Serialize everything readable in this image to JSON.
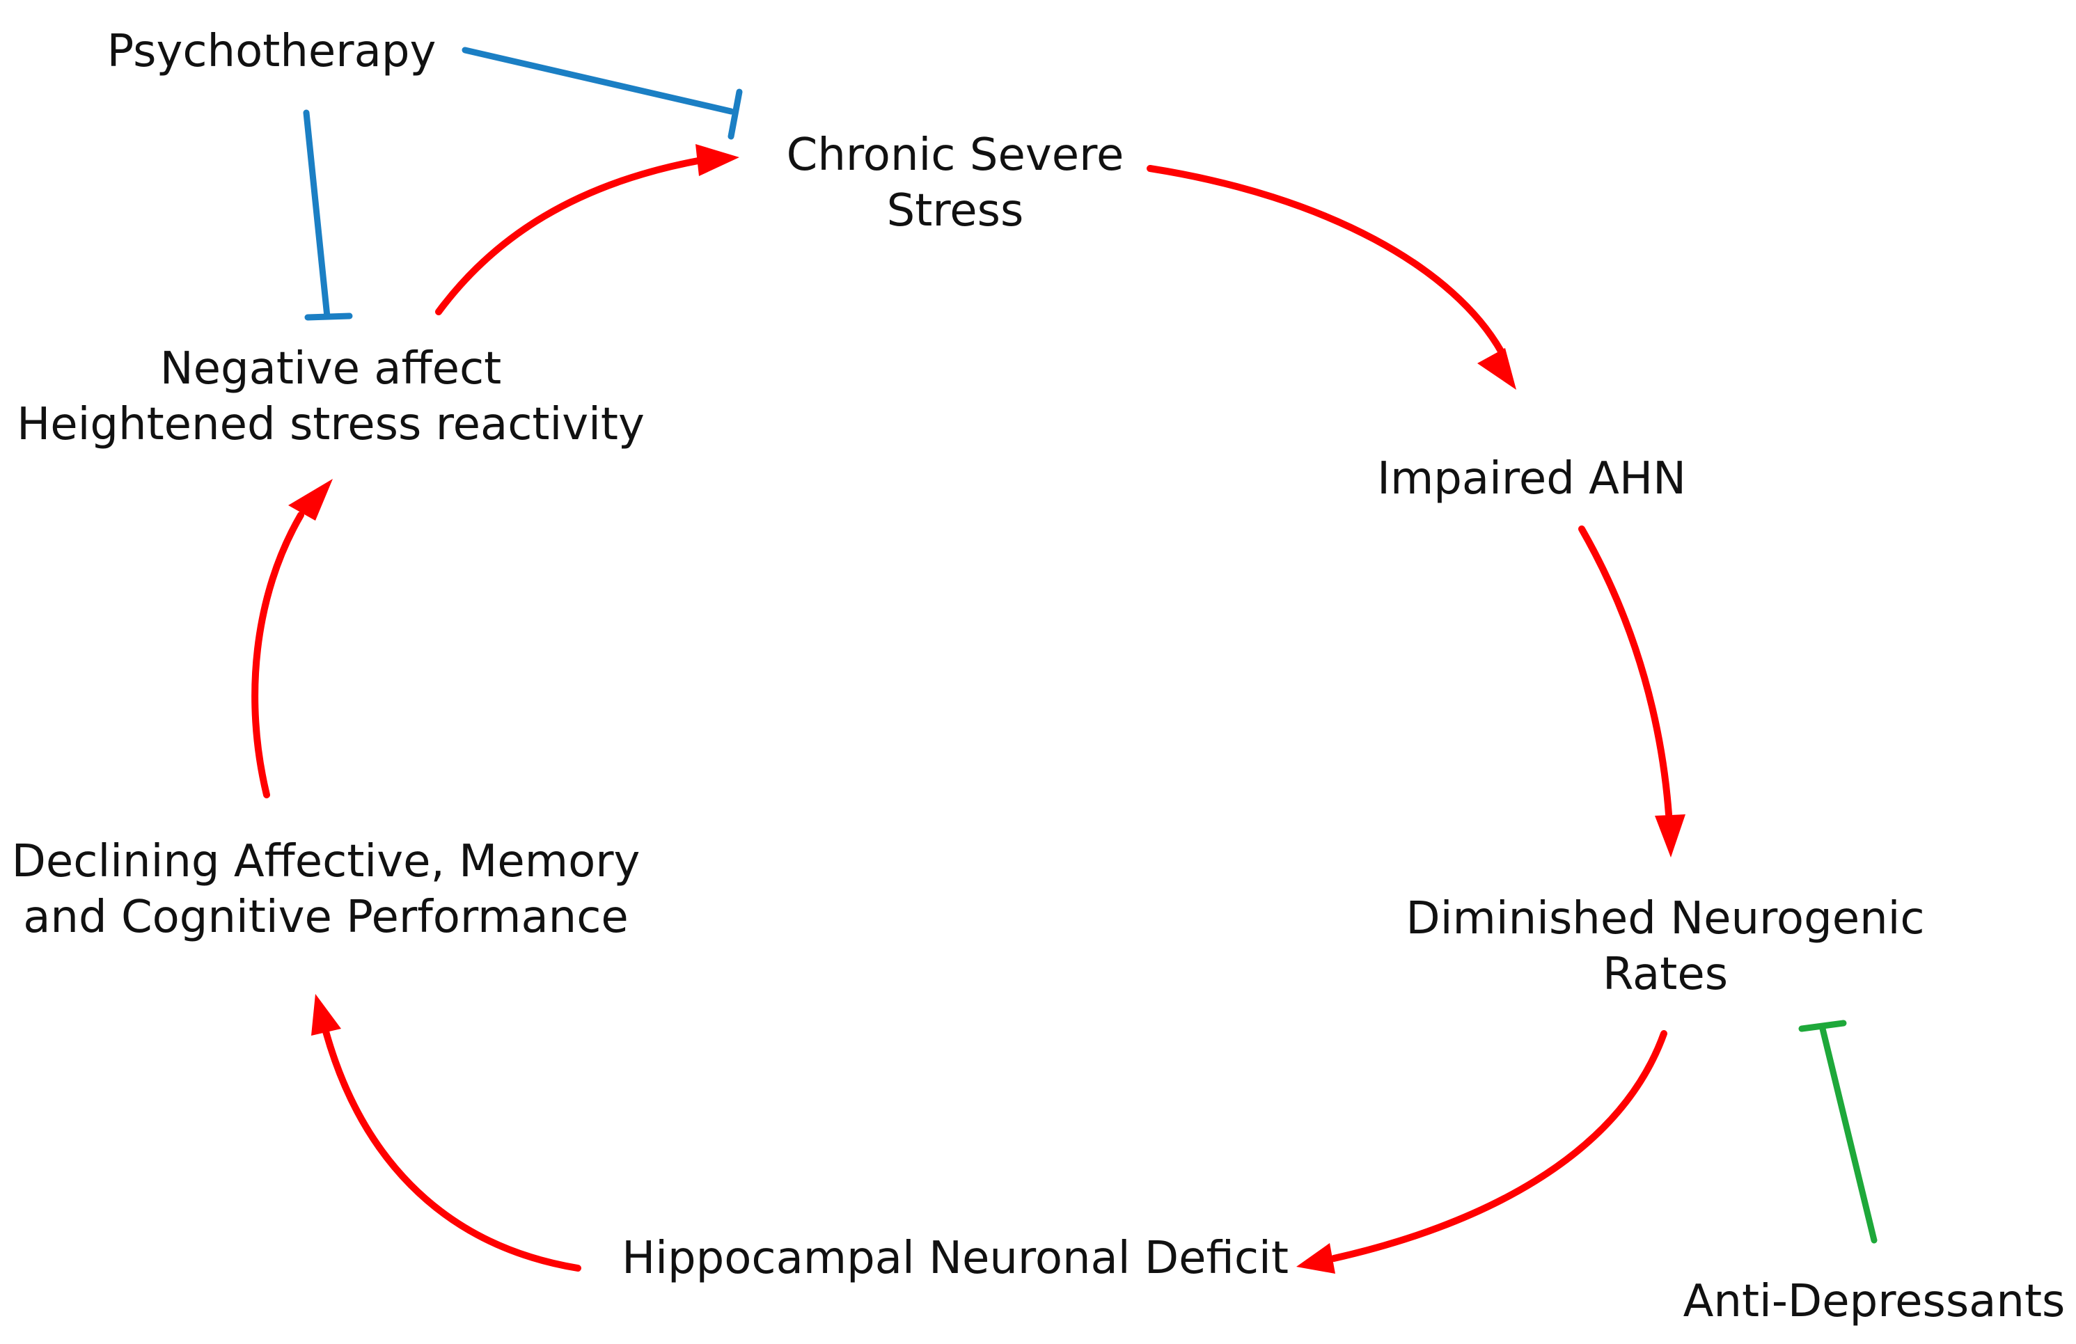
{
  "nodes": {
    "psychotherapy": "Psychotherapy",
    "stress": {
      "line1": "Chronic Severe",
      "line2": "Stress"
    },
    "ahn": "Impaired AHN",
    "neurogenic": {
      "line1": "Diminished Neurogenic",
      "line2": "Rates"
    },
    "deficit": "Hippocampal Neuronal Deficit",
    "declining": {
      "line1": "Declining Affective, Memory",
      "line2": "and Cognitive Performance"
    },
    "affect": {
      "line1": "Negative affect",
      "line2": "Heightened stress reactivity"
    },
    "antidepressants": "Anti-Depressants"
  },
  "colors": {
    "cycle_arrow": "#ff0000",
    "psychotherapy_inhibitor": "#1b7fc4",
    "antidepressant_inhibitor": "#1ea83a",
    "text": "#111111"
  },
  "edges": [
    {
      "from": "stress",
      "to": "ahn",
      "type": "arrow",
      "color_key": "cycle_arrow"
    },
    {
      "from": "ahn",
      "to": "neurogenic",
      "type": "arrow",
      "color_key": "cycle_arrow"
    },
    {
      "from": "neurogenic",
      "to": "deficit",
      "type": "arrow",
      "color_key": "cycle_arrow"
    },
    {
      "from": "deficit",
      "to": "declining",
      "type": "arrow",
      "color_key": "cycle_arrow"
    },
    {
      "from": "declining",
      "to": "affect",
      "type": "arrow",
      "color_key": "cycle_arrow"
    },
    {
      "from": "affect",
      "to": "stress",
      "type": "arrow",
      "color_key": "cycle_arrow"
    },
    {
      "from": "psychotherapy",
      "to": "stress",
      "type": "inhibit",
      "color_key": "psychotherapy_inhibitor"
    },
    {
      "from": "psychotherapy",
      "to": "affect",
      "type": "inhibit",
      "color_key": "psychotherapy_inhibitor"
    },
    {
      "from": "antidepressants",
      "to": "neurogenic",
      "type": "inhibit",
      "color_key": "antidepressant_inhibitor"
    }
  ]
}
